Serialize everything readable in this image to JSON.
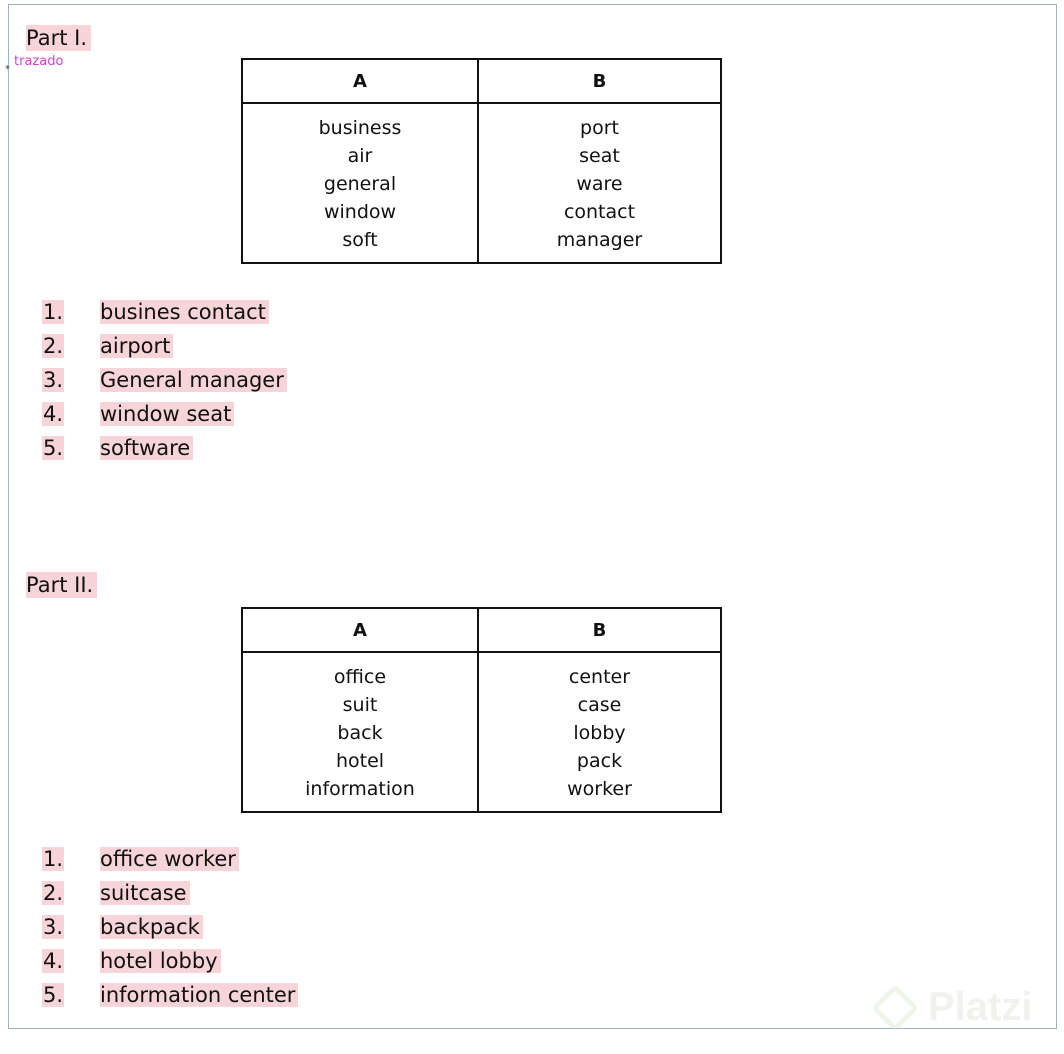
{
  "part1": {
    "heading": "Part I.",
    "comment": "trazado",
    "comment_marker": "*",
    "table": {
      "headers": [
        "A",
        "B"
      ],
      "col_a": [
        "business",
        "air",
        "general",
        "window",
        "soft"
      ],
      "col_b": [
        "port",
        "seat",
        "ware",
        "contact",
        "manager"
      ]
    },
    "answers": [
      {
        "num": "1.",
        "text": "busines contact"
      },
      {
        "num": "2.",
        "text": "airport"
      },
      {
        "num": "3.",
        "text": "General manager"
      },
      {
        "num": "4.",
        "text": "window seat"
      },
      {
        "num": "5.",
        "text": "software"
      }
    ]
  },
  "part2": {
    "heading": "Part II.",
    "table": {
      "headers": [
        "A",
        "B"
      ],
      "col_a": [
        "office",
        "suit",
        "back",
        "hotel",
        "information"
      ],
      "col_b": [
        "center",
        "case",
        "lobby",
        "pack",
        "worker"
      ]
    },
    "answers": [
      {
        "num": "1.",
        "text": "office worker"
      },
      {
        "num": "2.",
        "text": "suitcase"
      },
      {
        "num": "3.",
        "text": "backpack"
      },
      {
        "num": "4.",
        "text": "hotel lobby"
      },
      {
        "num": "5.",
        "text": "information center"
      }
    ]
  },
  "watermark": {
    "text": "Platzi",
    "icon": "platzi-logo-icon"
  }
}
